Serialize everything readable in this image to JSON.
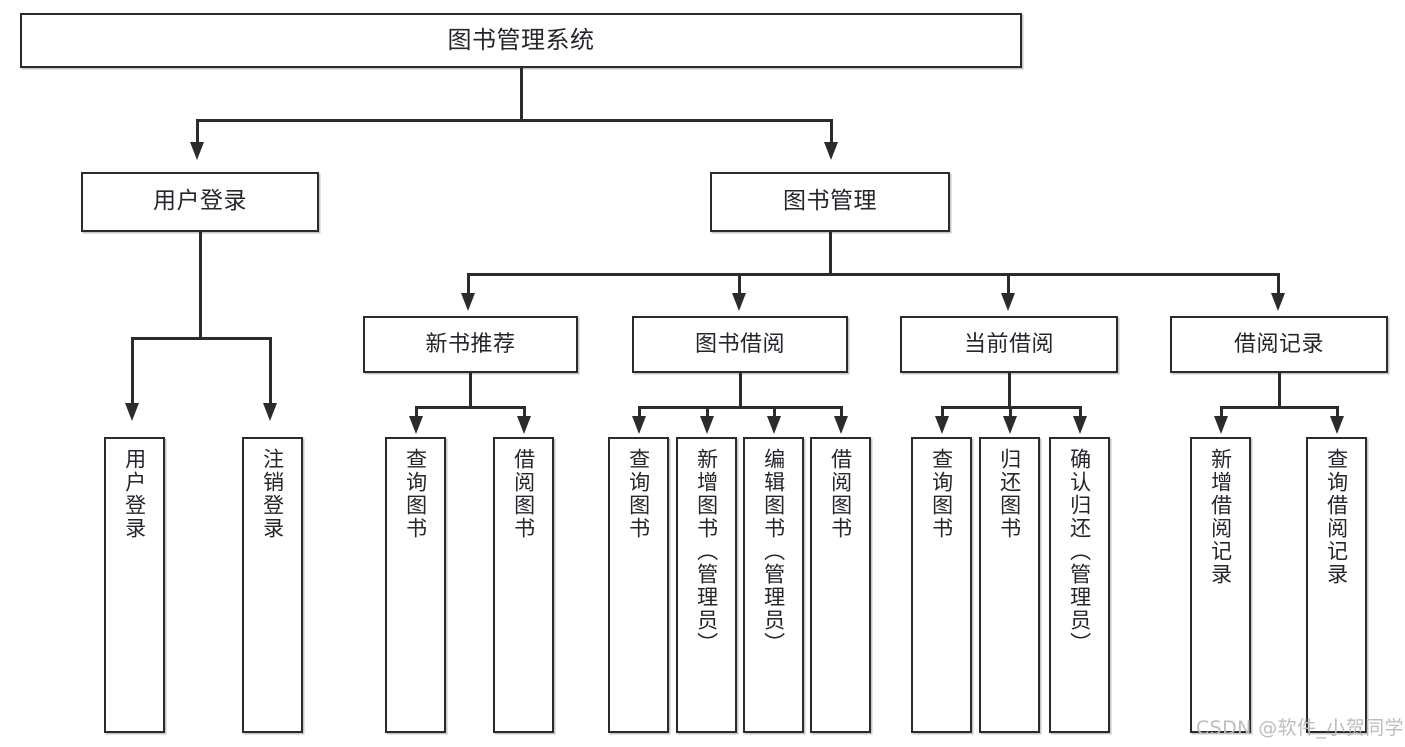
{
  "diagram": {
    "title": "图书管理系统",
    "watermark": "CSDN @软件_小贺同学",
    "colors": {
      "box_border": "#2b2b2b",
      "box_fill": "#ffffff",
      "text": "#24262b",
      "connector": "#2b2b2b",
      "watermark": "#bdbdbd",
      "background": "#ffffff"
    },
    "nodes": {
      "root": {
        "label": "图书管理系统"
      },
      "level2": [
        {
          "label": "用户登录"
        },
        {
          "label": "图书管理"
        }
      ],
      "level3": [
        {
          "label": "新书推荐"
        },
        {
          "label": "图书借阅"
        },
        {
          "label": "当前借阅"
        },
        {
          "label": "借阅记录"
        }
      ],
      "leaves": {
        "user_login": [
          {
            "label": "用户登录"
          },
          {
            "label": "注销登录"
          }
        ],
        "new_book_recommend": [
          {
            "label": "查询图书"
          },
          {
            "label": "借阅图书"
          }
        ],
        "book_borrow": [
          {
            "label": "查询图书"
          },
          {
            "label": "新增图书（管理员）"
          },
          {
            "label": "编辑图书（管理员）"
          },
          {
            "label": "借阅图书"
          }
        ],
        "current_borrow": [
          {
            "label": "查询图书"
          },
          {
            "label": "归还图书"
          },
          {
            "label": "确认归还（管理员）"
          }
        ],
        "borrow_record": [
          {
            "label": "新增借阅记录"
          },
          {
            "label": "查询借阅记录"
          }
        ]
      }
    }
  }
}
